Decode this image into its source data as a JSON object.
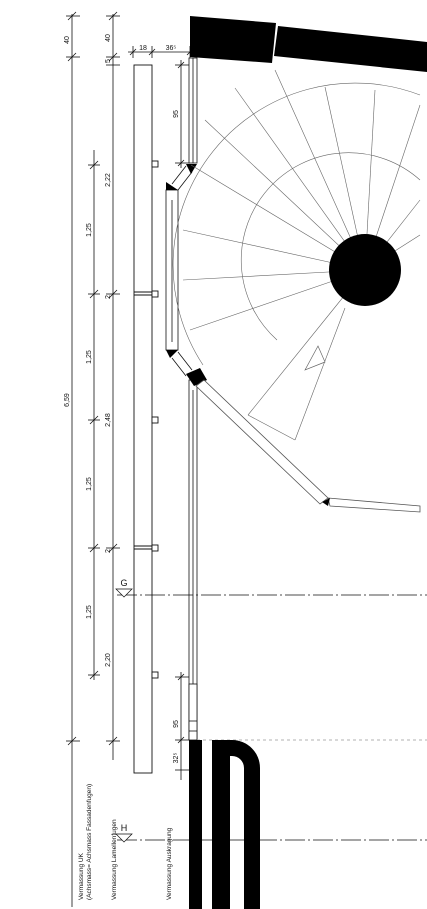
{
  "dimensions": {
    "top_left": "40",
    "top_mid": "40",
    "col_width": "18",
    "offset": "36⁵",
    "small_top": "5",
    "window_top": "95",
    "total": "6,59",
    "seg_2_22": "2,22",
    "seg_1_25_a": "1,25",
    "seg_1_25_b": "1,25",
    "seg_2_48": "2,48",
    "seg_1_25_c": "1,25",
    "seg_1_25_d": "1,25",
    "seg_2_20": "2,20",
    "tick_a": "2",
    "tick_b": "2",
    "window_bottom": "95",
    "bottom_offset": "32⁵"
  },
  "labels": {
    "uk_line1": "Vermassung UK",
    "uk_line2": "(Achsmass= Achsmass Fassadenfugen)",
    "lamellen": "Vermassung Lamellenfugen",
    "auskragung": "Vermassung Auskragung"
  },
  "section_markers": {
    "g": "G",
    "h": "H"
  },
  "colors": {
    "ink": "#000000",
    "line": "#111111",
    "thin": "#555555",
    "background": "#ffffff"
  }
}
